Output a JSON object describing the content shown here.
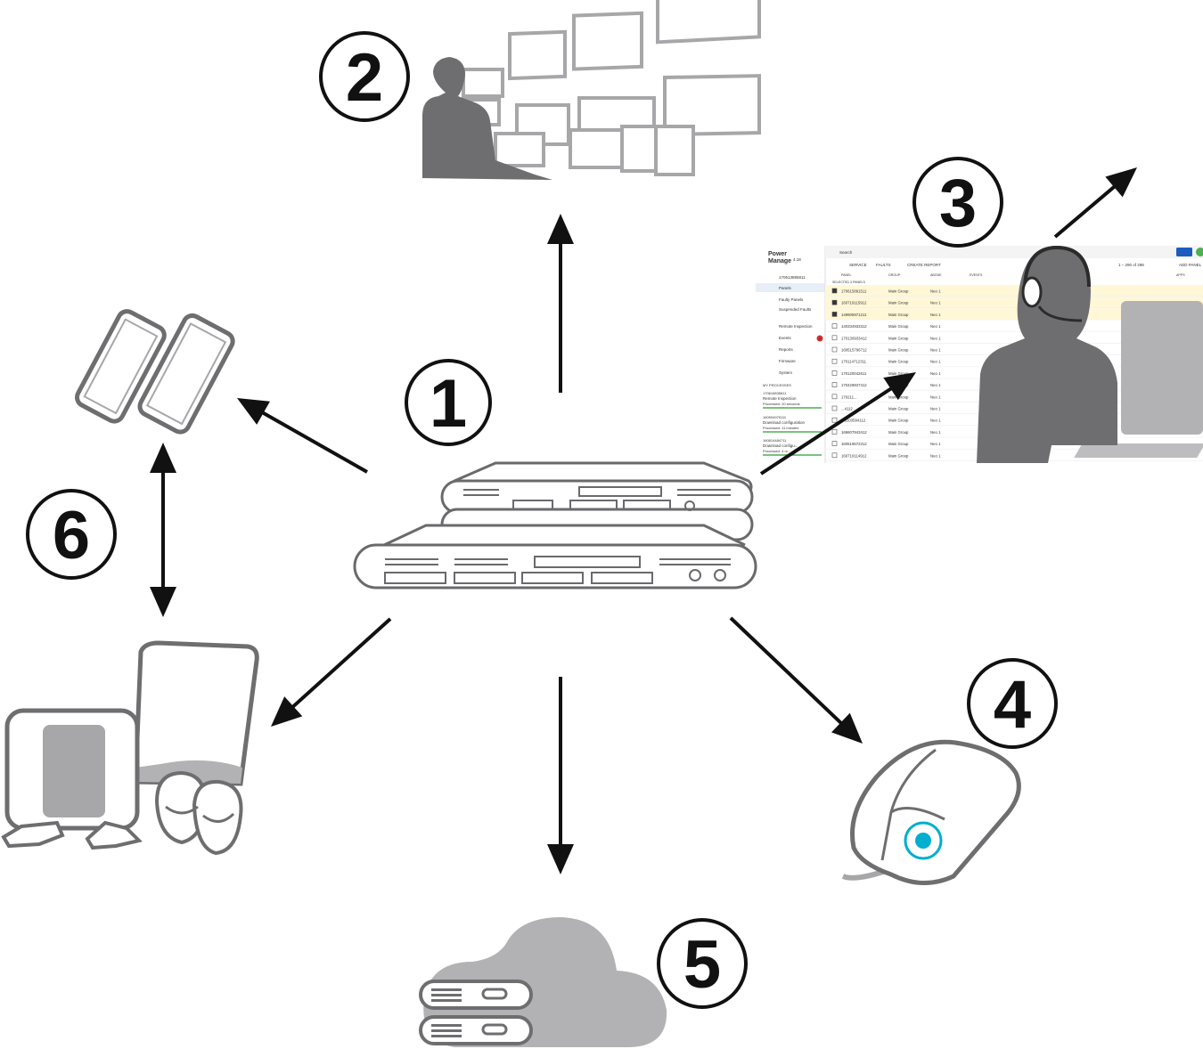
{
  "diagram": {
    "markers": [
      {
        "id": "m1",
        "label": "1"
      },
      {
        "id": "m2",
        "label": "2"
      },
      {
        "id": "m3",
        "label": "3"
      },
      {
        "id": "m4",
        "label": "4"
      },
      {
        "id": "m5",
        "label": "5"
      },
      {
        "id": "m6",
        "label": "6"
      }
    ]
  },
  "power_manage": {
    "logo_line1": "Power",
    "logo_line2": "Manage",
    "version": "4.18",
    "receiver": "170613895811",
    "nav": [
      "Panels",
      "Faulty Panels",
      "Suspended Faults",
      "Remote Inspection",
      "Events",
      "Reports",
      "Firmware",
      "System"
    ],
    "events_badge": "9",
    "processes_header": "MY PROCESSES",
    "processes": [
      {
        "id": "170615835811",
        "name": "Remote Inspection",
        "status": "Processed: 20 seconds"
      },
      {
        "id": "160904979111",
        "name": "Download configuration",
        "status": "Processed: 11 minutes"
      },
      {
        "id": "160814484711",
        "name": "Download configu...",
        "status": "Processed: 4 m..."
      }
    ],
    "search_placeholder": "Search",
    "toolbar": {
      "service": "SERVICE",
      "faults": "FAULTS",
      "create_report": "CREATE REPORT",
      "pager": "1 – 290 of 298",
      "add_panel": "ADD PANEL"
    },
    "columns": [
      "PANEL",
      "GROUP",
      "ABODE",
      "EVENTS",
      "APPS"
    ],
    "selected_label": "SELECTED 3 PANELS",
    "rows": [
      {
        "panel": "170615891511",
        "group": "Main Group",
        "abode": "Neo 1"
      },
      {
        "panel": "160719115912",
        "group": "Main Group",
        "abode": "Neo 1"
      },
      {
        "panel": "149905971211",
        "group": "Main Group",
        "abode": "Neo 1"
      },
      {
        "panel": "140334933312",
        "group": "Main Group",
        "abode": "Neo 1"
      },
      {
        "panel": "170130933412",
        "group": "Main Group",
        "abode": "Neo 1"
      },
      {
        "panel": "160515796712",
        "group": "Main Group",
        "abode": "Neo 1"
      },
      {
        "panel": "170114712311",
        "group": "Main Group",
        "abode": "Neo 1"
      },
      {
        "panel": "170120042611",
        "group": "Main Group",
        "abode": "Neo 1"
      },
      {
        "panel": "170429847412",
        "group": "Main Group",
        "abode": "Neo 1"
      },
      {
        "panel": "170211...",
        "group": "Main Group",
        "abode": "Neo 1"
      },
      {
        "panel": "...4112",
        "group": "Main Group",
        "abode": "Neo 1"
      },
      {
        "panel": "...6103594112",
        "group": "Main Group",
        "abode": "Neo 1"
      },
      {
        "panel": "169607943412",
        "group": "Main Group",
        "abode": "Neo 1"
      },
      {
        "panel": "160519672312",
        "group": "Main Group",
        "abode": "Neo 1"
      },
      {
        "panel": "160719114912",
        "group": "Main Group",
        "abode": "Neo 1"
      }
    ]
  }
}
